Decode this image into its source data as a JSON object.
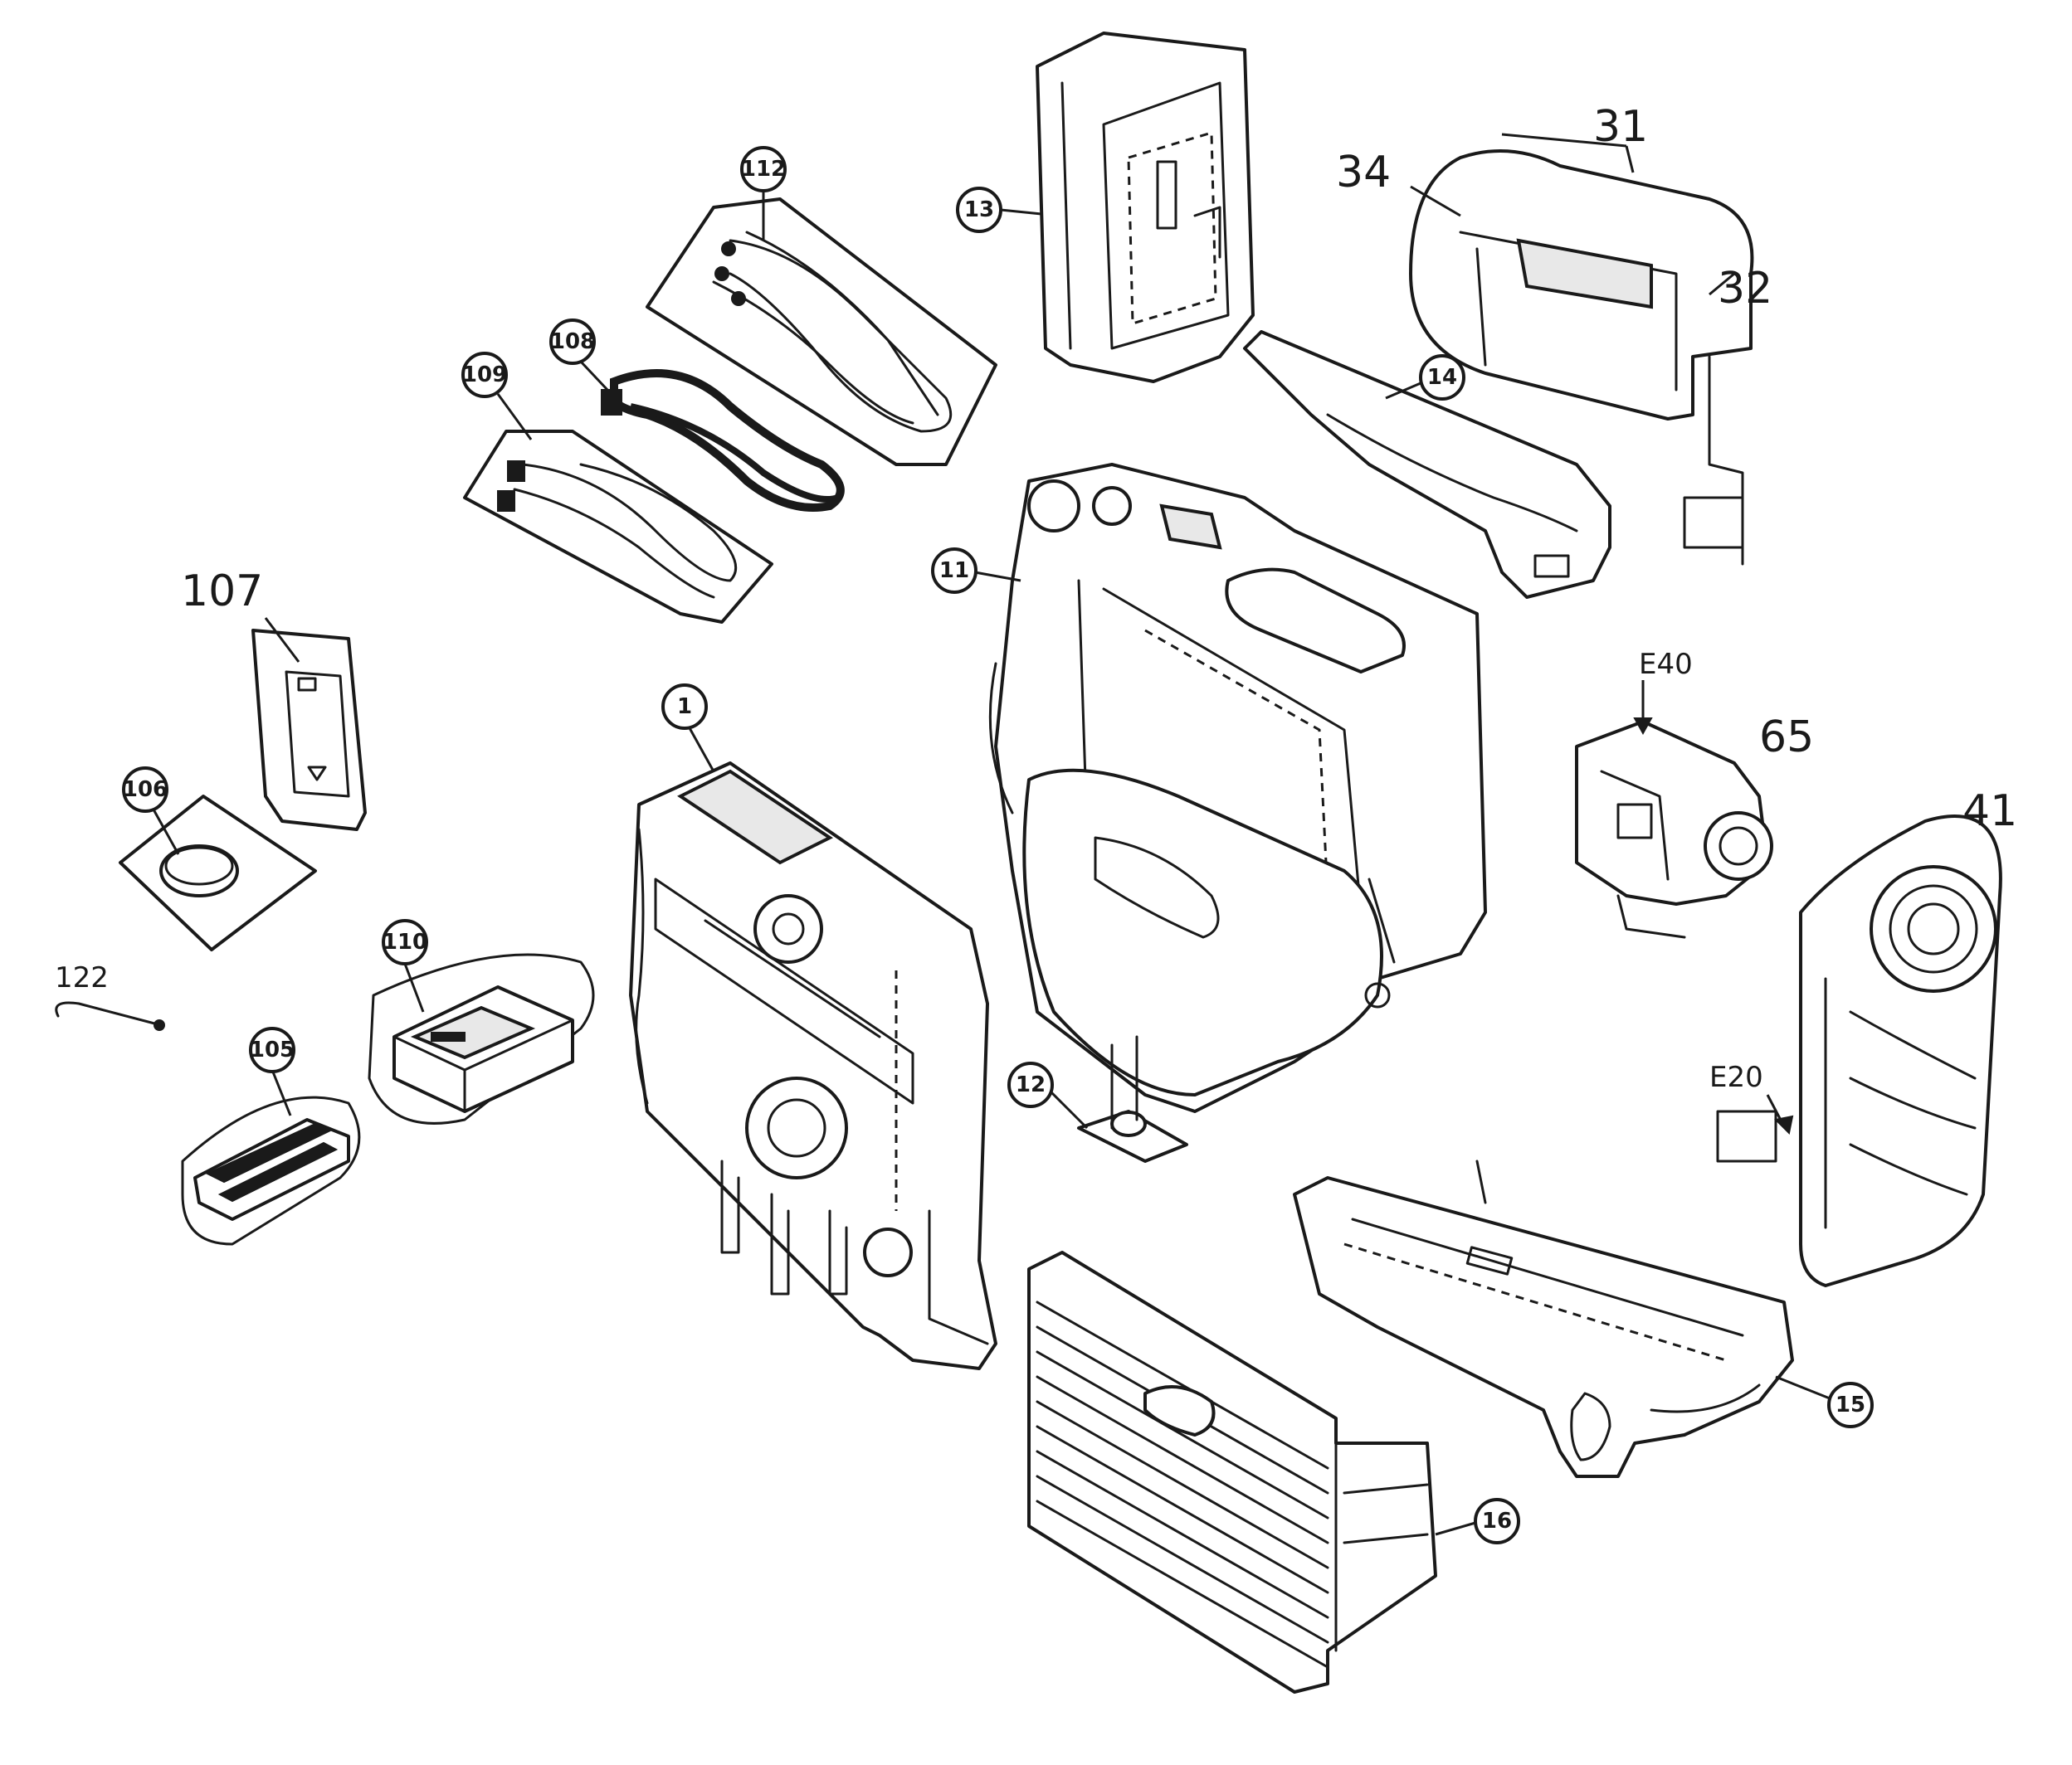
{
  "callouts": {
    "c1": "1",
    "c11": "11",
    "c12": "12",
    "c13": "13",
    "c14": "14",
    "c15": "15",
    "c16": "16",
    "c105": "105",
    "c106": "106",
    "c108": "108",
    "c109": "109",
    "c110": "110",
    "c112": "112"
  },
  "handwritten": {
    "h31": "31",
    "h32": "32",
    "h34": "34",
    "h41": "41",
    "h65": "65",
    "h107": "107",
    "h122": "122",
    "e40": "E40",
    "e20": "E20"
  },
  "colors": {
    "ink": "#1a1a1a",
    "paper": "#ffffff"
  }
}
